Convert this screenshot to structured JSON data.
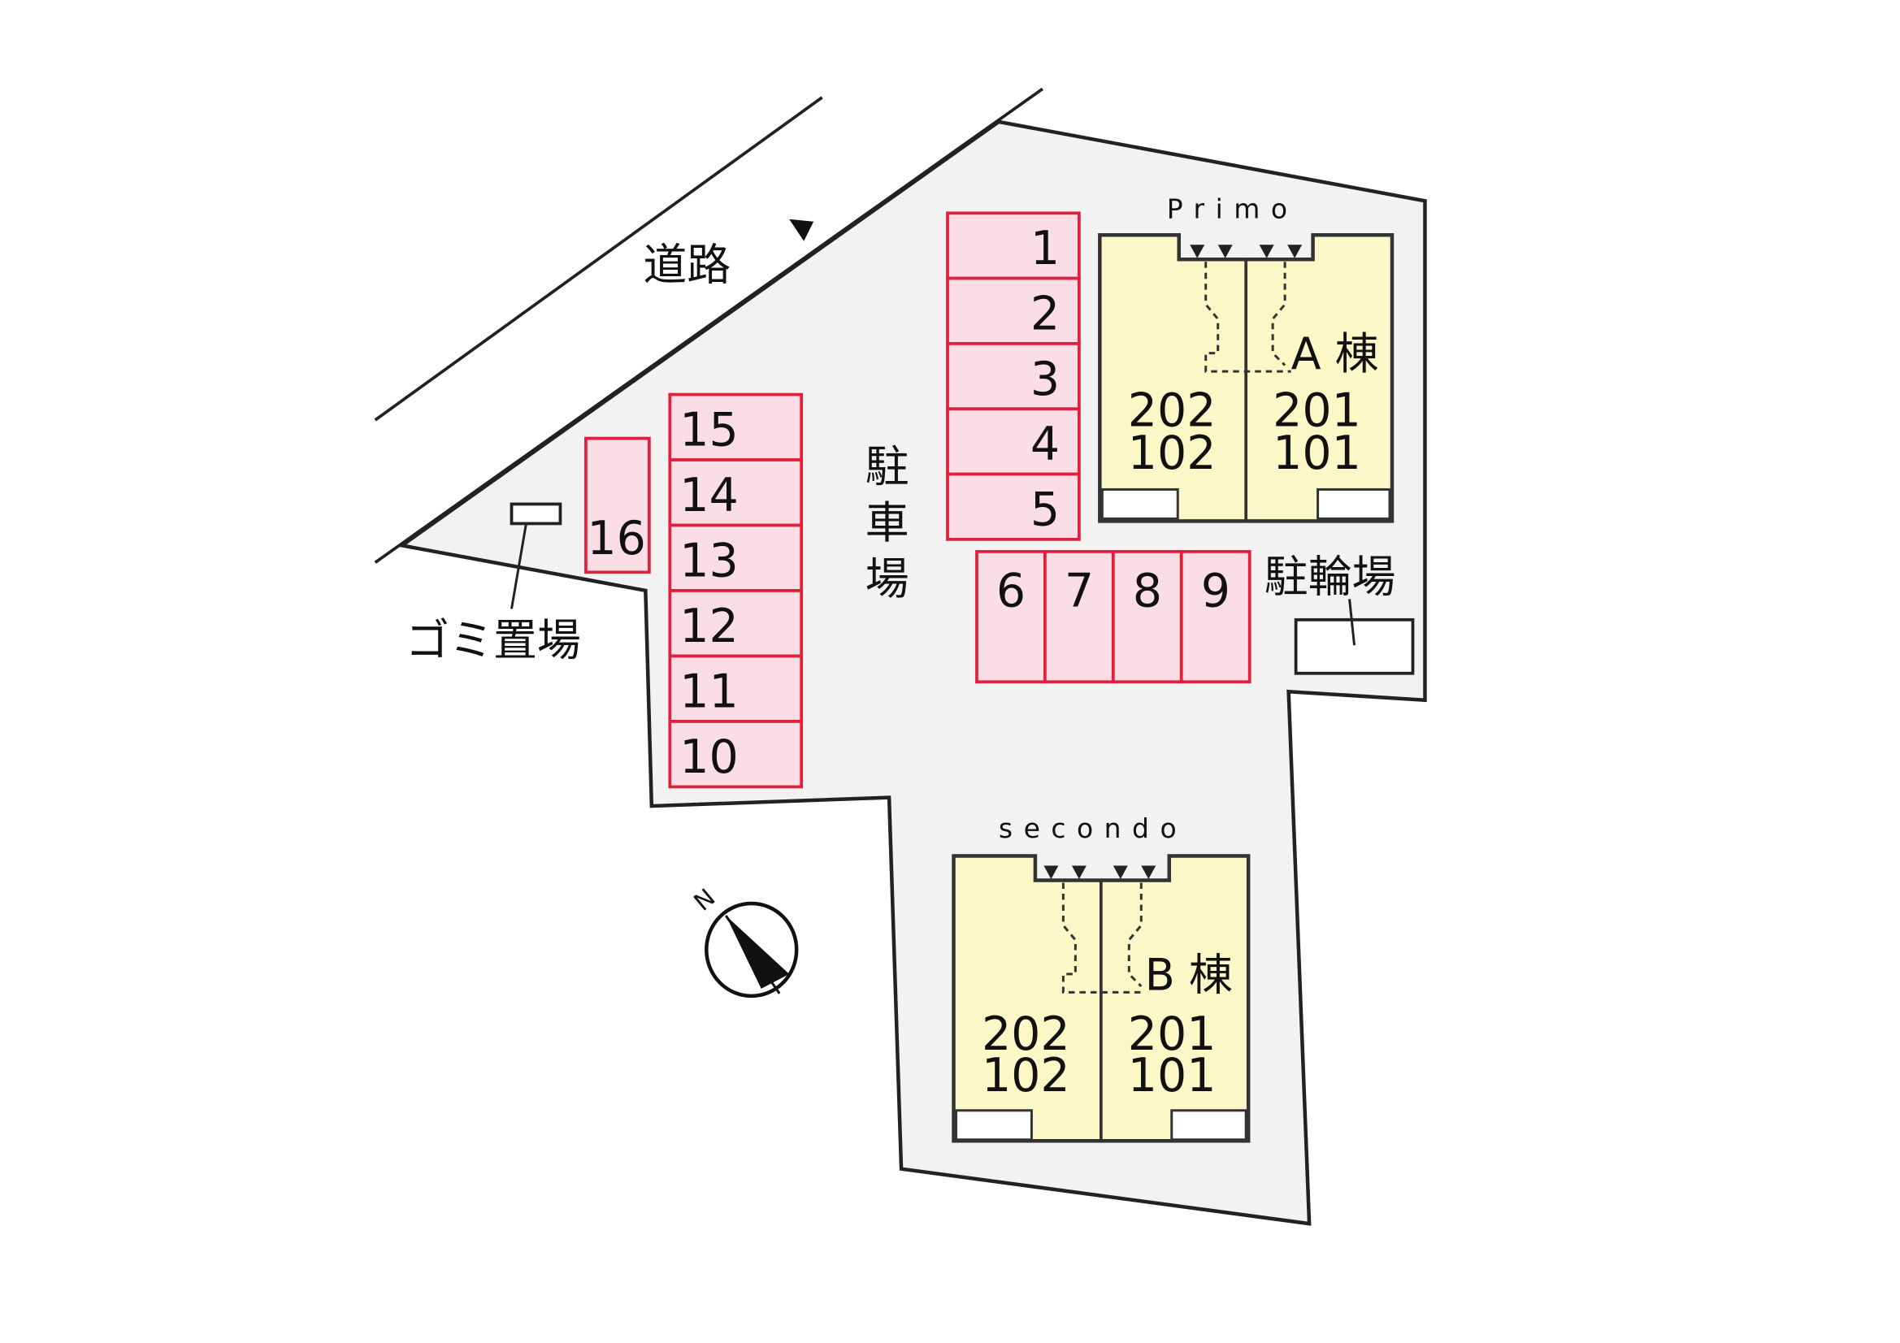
{
  "colors": {
    "lot": "#f2f2f2",
    "parking_fill": "#fbdde6",
    "parking_stroke": "#e0203c",
    "building": "#fbf8c8"
  },
  "road_label": "道路",
  "parking_label": "駐車場",
  "bicycle_label": "駐輪場",
  "garbage_label": "ゴミ置場",
  "parking_spaces": {
    "column_right": [
      "1",
      "2",
      "3",
      "4",
      "5"
    ],
    "row": [
      "6",
      "7",
      "8",
      "9"
    ],
    "column_left": [
      "15",
      "14",
      "13",
      "12",
      "11",
      "10"
    ],
    "single": "16"
  },
  "building_a": {
    "name": "Primo",
    "label": "A 棟",
    "units_left": [
      "202",
      "102"
    ],
    "units_right": [
      "201",
      "101"
    ]
  },
  "building_b": {
    "name": "secondo",
    "label": "B 棟",
    "units_left": [
      "202",
      "102"
    ],
    "units_right": [
      "201",
      "101"
    ]
  },
  "compass": {
    "label": "N",
    "icon": "north-arrow-icon"
  }
}
